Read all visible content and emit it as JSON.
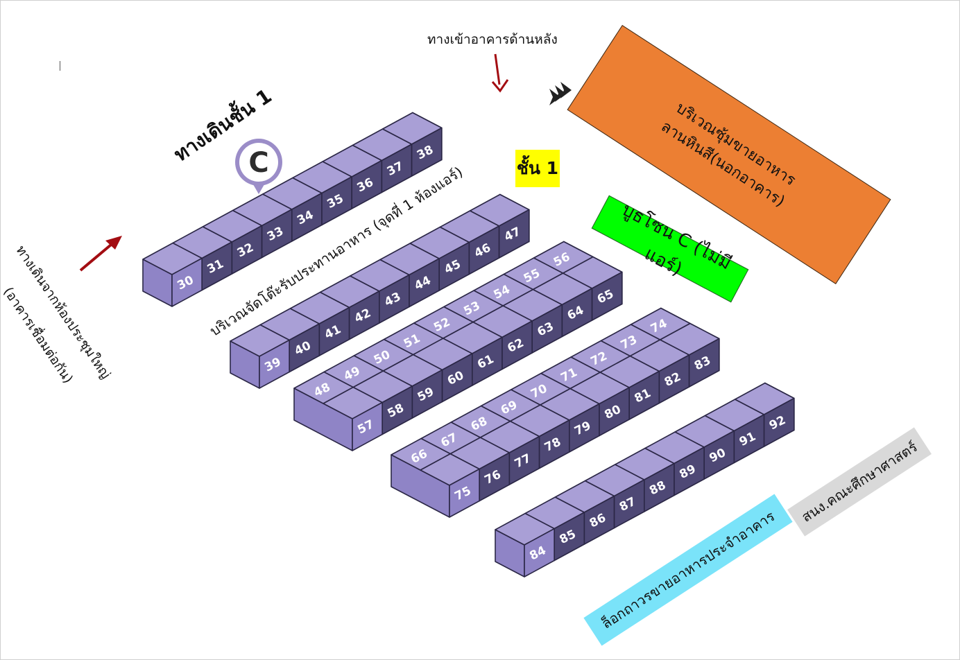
{
  "labels": {
    "walkway_floor1": "ทางเดินชั้น 1",
    "rear_entrance": "ทางเข้าอาคารด้านหลัง",
    "floor_tag": "ชั้น 1",
    "food_stalls_line1": "บริเวณซุ้มขายอาหาร",
    "food_stalls_line2": "ลานหินสี(นอกอาคาร)",
    "booth_zone": "บูธโซน C (ไม่มีแอร์)",
    "dining_area": "บริเวณจัดโต๊ะรับประทานอาหาร (จุดที่ 1 ห้องแอร์)",
    "walk_from_hall_line1": "ทางเดินจากห้องประชุมใหญ่",
    "walk_from_hall_line2": "(อาคารเชื่อมต่อกัน)",
    "permanent_food": "ล็อกถาวรขายอาหารประจำอาคาร",
    "faculty_office": "สนง.คณะศึกษาศาสตร์",
    "zone_marker": "C"
  },
  "colors": {
    "booth_top": "#a99fd6",
    "booth_front": "#8f84c6",
    "booth_side": "#4e4875",
    "booth_edge": "#2b2746",
    "food_stalls_bg": "#ec7f33",
    "booth_zone_bg": "#00ff00",
    "floor_tag_bg": "#ffff00",
    "permanent_food_bg": "#7ae3f9",
    "faculty_office_bg": "#d9d9d9",
    "arrow": "#a30d12",
    "marker": "#9b8dc8"
  },
  "booth_rows": [
    {
      "row": 1,
      "front": [
        30,
        31,
        32,
        33,
        34,
        35,
        36,
        37,
        38
      ],
      "back": []
    },
    {
      "row": 2,
      "front": [
        39,
        40,
        41,
        42,
        43,
        44,
        45,
        46,
        47
      ],
      "back": []
    },
    {
      "row": 3,
      "front": [
        57,
        58,
        59,
        60,
        61,
        62,
        63,
        64,
        65
      ],
      "back": [
        48,
        49,
        50,
        51,
        52,
        53,
        54,
        55,
        56
      ]
    },
    {
      "row": 4,
      "front": [
        75,
        76,
        77,
        78,
        79,
        80,
        81,
        82,
        83
      ],
      "back": [
        66,
        67,
        68,
        69,
        70,
        71,
        72,
        73,
        74
      ]
    },
    {
      "row": 5,
      "front": [
        84,
        85,
        86,
        87,
        88,
        89,
        90,
        91,
        92
      ],
      "back": []
    }
  ]
}
